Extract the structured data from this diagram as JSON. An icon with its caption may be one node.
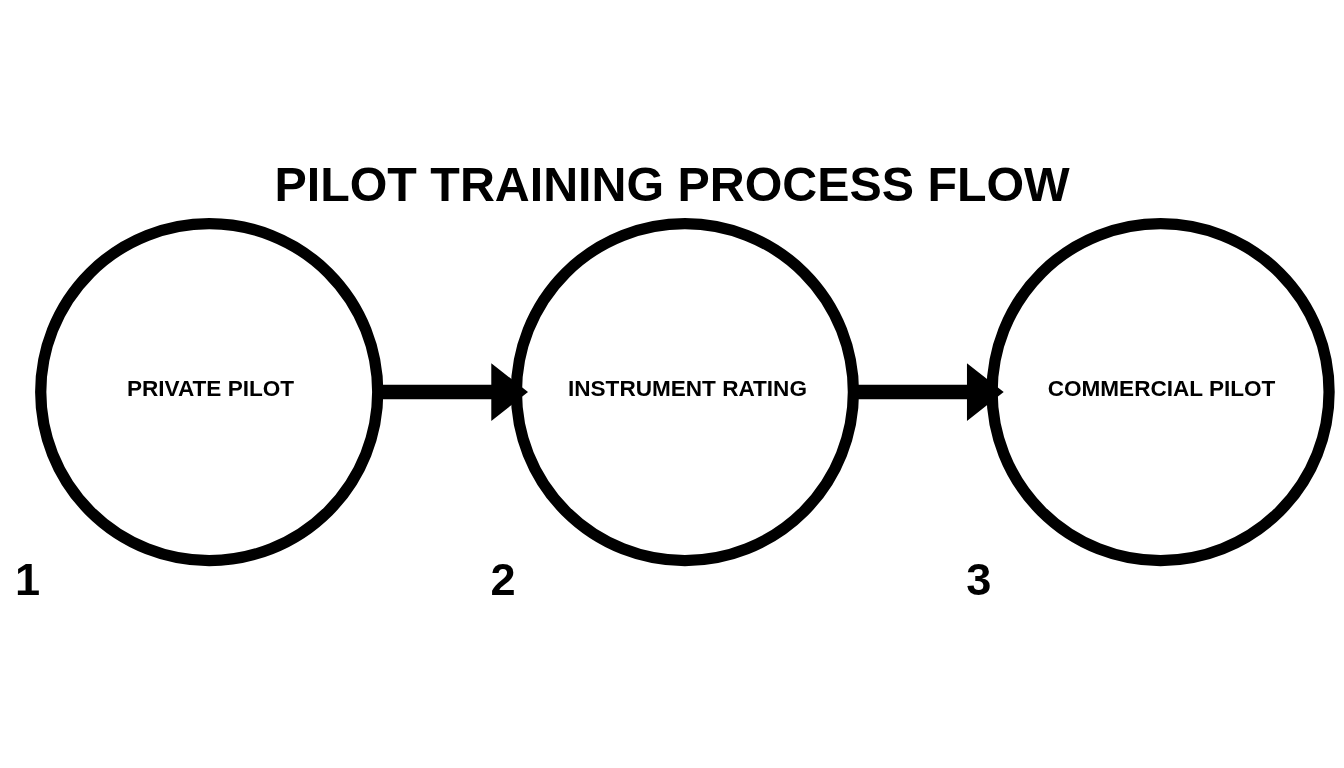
{
  "diagram": {
    "title": "PILOT TRAINING PROCESS FLOW",
    "nodes": [
      {
        "text": [
          "PRIVATE PILOT"
        ],
        "beside": [
          "1"
        ]
      },
      {
        "text": [
          "INSTRUMENT RATING"
        ],
        "beside": [
          "2"
        ]
      },
      {
        "text": [
          "COMMERCIAL PILOT"
        ],
        "beside": [
          "3"
        ]
      }
    ],
    "edges": [
      {
        "from": 0,
        "to": 1,
        "arrow": "to"
      },
      {
        "from": 1,
        "to": 2,
        "arrow": "to"
      }
    ]
  }
}
